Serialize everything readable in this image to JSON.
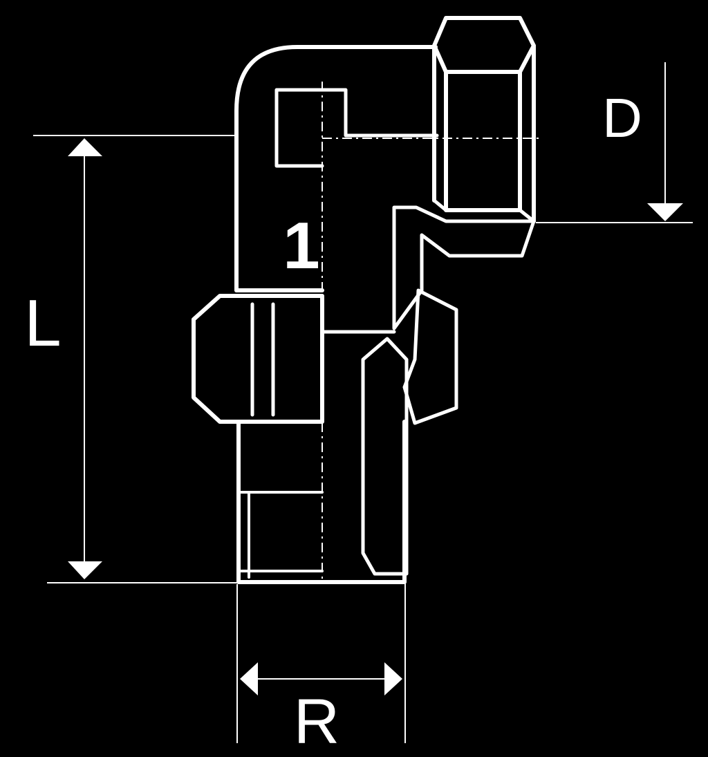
{
  "diagram": {
    "labels": {
      "length": "L",
      "diameter": "D",
      "thread": "R",
      "part_number": "1"
    },
    "colors": {
      "background": "#000000",
      "line": "#ffffff"
    }
  }
}
